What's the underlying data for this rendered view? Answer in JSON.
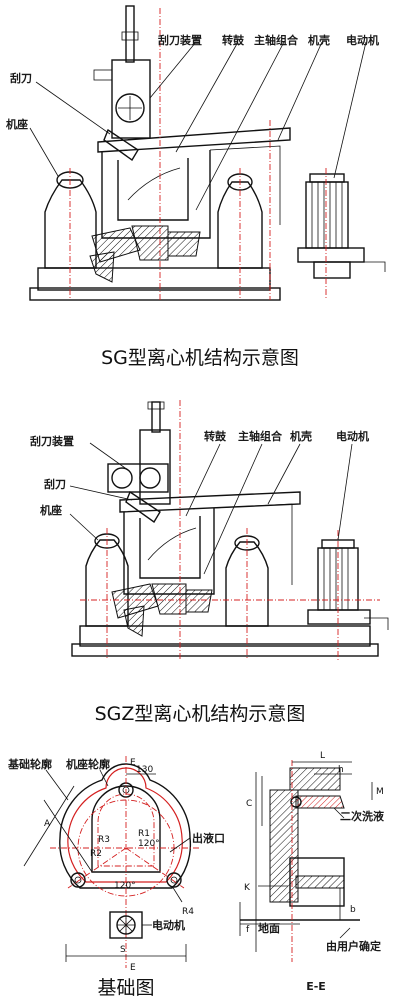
{
  "diagram1": {
    "labels": [
      "刮刀装置",
      "转鼓",
      "主轴组合",
      "机壳",
      "电动机",
      "刮刀",
      "机座"
    ],
    "caption": "SG型离心机结构示意图"
  },
  "diagram2": {
    "labels": [
      "刮刀装置",
      "转鼓",
      "主轴组合",
      "机壳",
      "电动机",
      "刮刀",
      "机座"
    ],
    "caption": "SGZ型离心机结构示意图"
  },
  "foundation": {
    "labels": {
      "base_outline": "基础轮廓",
      "machine_outline": "机座轮廓",
      "outlet": "出液口",
      "motor": "电动机",
      "second_wash": "二次洗液",
      "ground": "地面",
      "user_determined": "由用户确定"
    },
    "dims": {
      "E_top": "E",
      "d130": "130",
      "A": "A",
      "R1": "R1",
      "R3": "R3",
      "R2": "R2",
      "a120a": "120°",
      "a120b": "120°",
      "R4": "R4",
      "S": "S",
      "E_bottom": "E",
      "L": "L",
      "h": "h",
      "C": "C",
      "M": "M",
      "K": "K",
      "b": "b",
      "f": "f"
    },
    "caption_left": "基础图",
    "caption_right": "E-E"
  },
  "colors": {
    "line": "#111111",
    "center": "#d42020"
  }
}
